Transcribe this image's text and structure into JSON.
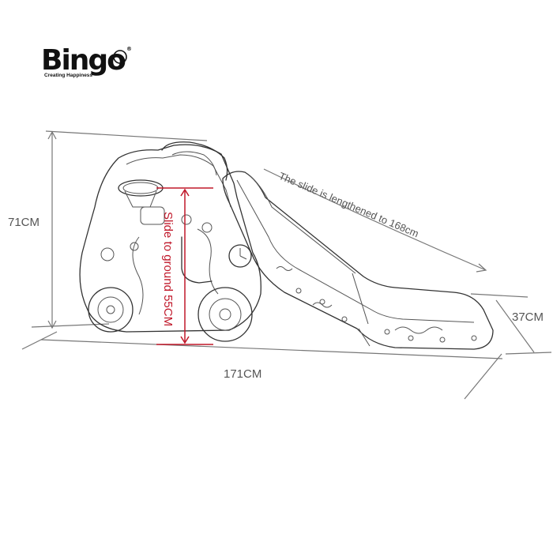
{
  "brand": {
    "name": "Bingo",
    "tagline": "Creating Happiness",
    "mark": "®"
  },
  "dimensions": {
    "height": "71CM",
    "length": "171CM",
    "width": "37CM",
    "slide_length_note": "The slide is lengthened to 168cm",
    "slide_to_ground": "Slide to ground 55CM"
  },
  "colors": {
    "outline": "#333333",
    "dimension_line": "#777777",
    "highlight": "#c0182a"
  }
}
